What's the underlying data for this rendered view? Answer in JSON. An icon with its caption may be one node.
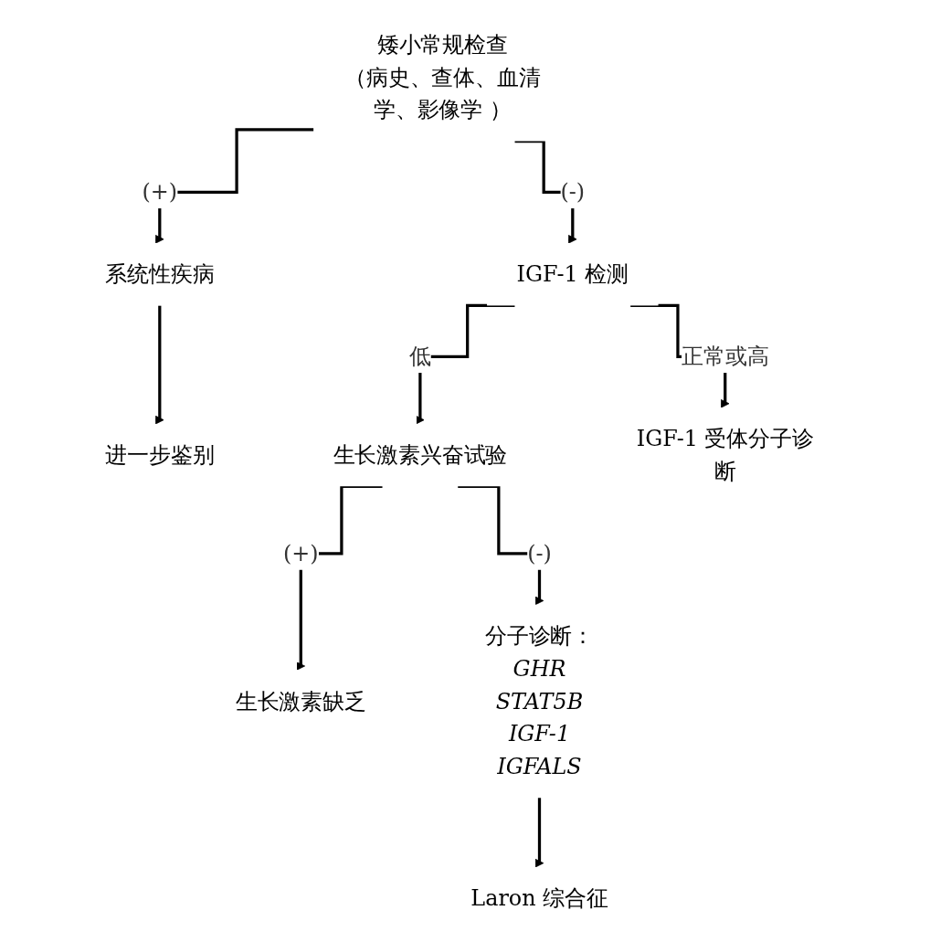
{
  "diagram": {
    "nodes": [
      {
        "text": [
          "矮小常规检查",
          "（病史、查体、血清学、影像学 ）"
        ]
      },
      {
        "text": [
          "系统性疾病"
        ]
      },
      {
        "text": [
          "IGF-1 检测"
        ]
      },
      {
        "text": [
          "进一步鉴别"
        ]
      },
      {
        "text": [
          "生长激素兴奋试验"
        ]
      },
      {
        "text": [
          "IGF-1 受体分子诊断"
        ]
      },
      {
        "text": [
          "生长激素缺乏"
        ]
      },
      {
        "text": [
          "分子诊断：",
          "GHR",
          "STAT5B",
          "IGF-1",
          "IGFALS"
        ]
      },
      {
        "text": [
          "Laron 综合征"
        ]
      }
    ],
    "edges": [
      {
        "from": 0,
        "to": 1,
        "arrow": "to",
        "label": "(+)"
      },
      {
        "from": 0,
        "to": 2,
        "arrow": "to",
        "label": "(-)"
      },
      {
        "from": 1,
        "to": 3,
        "arrow": "to"
      },
      {
        "from": 2,
        "to": 4,
        "arrow": "to",
        "label": "低"
      },
      {
        "from": 2,
        "to": 5,
        "arrow": "to",
        "label": "正常或高"
      },
      {
        "from": 4,
        "to": 6,
        "arrow": "to",
        "label": "(+)"
      },
      {
        "from": 4,
        "to": 7,
        "arrow": "to",
        "label": "(-)"
      },
      {
        "from": 7,
        "to": 8,
        "arrow": "to"
      }
    ]
  }
}
